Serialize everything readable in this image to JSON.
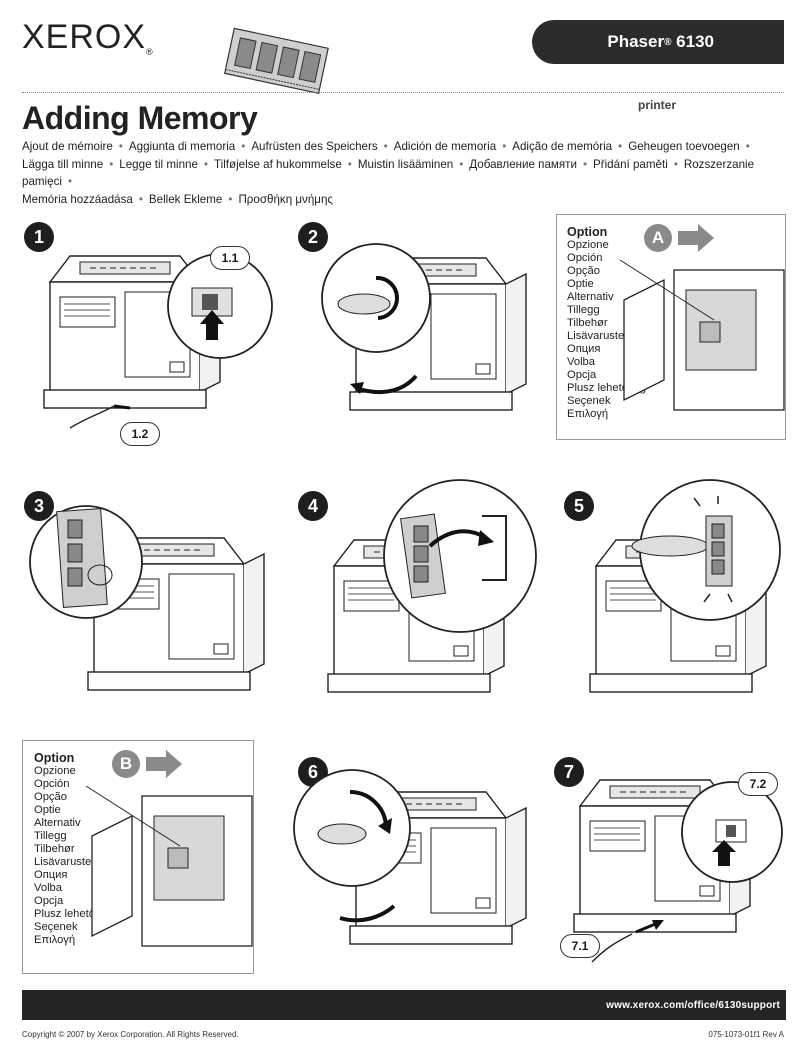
{
  "header": {
    "brand": "XEROX",
    "brand_mark": "®",
    "model_name": "Phaser",
    "model_reg": "®",
    "model_number": "6130",
    "product_type": "printer"
  },
  "title": "Adding Memory",
  "translations": [
    "Ajout de mémoire",
    "Aggiunta di memoria",
    "Aufrüsten des Speichers",
    "Adición de memoria",
    "Adição de memória",
    "Geheugen toevoegen",
    "Lägga till minne",
    "Legge til minne",
    "Tilføjelse af hukommelse",
    "Muistin lisääminen",
    "Добавление памяти",
    "Přidání paměti",
    "Rozszerzanie pamięci",
    "Memória hozzáadása",
    "Bellek Ekleme",
    "Προσθήκη μνήμης"
  ],
  "steps": {
    "s1": "1",
    "s1_c1": "1.1",
    "s1_c2": "1.2",
    "s2": "2",
    "s3": "3",
    "s4": "4",
    "s5": "5",
    "s6": "6",
    "s7": "7",
    "s7_c1": "7.1",
    "s7_c2": "7.2"
  },
  "option_a": {
    "badge": "A",
    "items": [
      "Option",
      "Opzione",
      "Opción",
      "Opção",
      "Optie",
      "Alternativ",
      "Tillegg",
      "Tilbehør",
      "Lisävaruste",
      "Опция",
      "Volba",
      "Opcja",
      "Plusz lehetőség",
      "Seçenek",
      "Επιλογή"
    ]
  },
  "option_b": {
    "badge": "B",
    "items": [
      "Option",
      "Opzione",
      "Opción",
      "Opção",
      "Optie",
      "Alternativ",
      "Tillegg",
      "Tilbehør",
      "Lisävaruste",
      "Опция",
      "Volba",
      "Opcja",
      "Plusz lehetőség",
      "Seçenek",
      "Επιλογή"
    ]
  },
  "footer": {
    "url": "www.xerox.com/office/6130support",
    "copyright": "Copyright © 2007 by Xerox Corporation.  All Rights Reserved.",
    "doc_number": "075-1073-01f1 Rev A"
  }
}
